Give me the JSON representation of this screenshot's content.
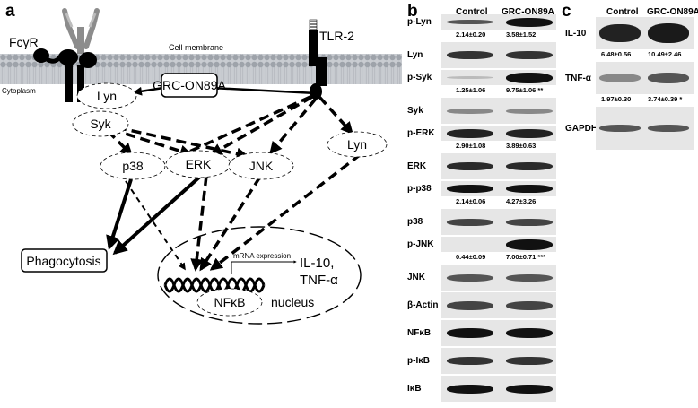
{
  "panel_a": {
    "letter": "a",
    "labels": {
      "fcgr": "FcγR",
      "tlr2": "TLR-2",
      "cell_membrane": "Cell membrane",
      "cytoplasm": "Cytoplasm",
      "grc": "GRC-ON89A",
      "lyn_left": "Lyn",
      "syk": "Syk",
      "lyn_right": "Lyn",
      "p38": "p38",
      "erk": "ERK",
      "jnk": "JNK",
      "phagocytosis": "Phagocytosis",
      "mrna": "mRNA expression",
      "il10": "IL-10,",
      "tnfa": "TNF-α",
      "nfkb": "NFκB",
      "nucleus": "nucleus"
    }
  },
  "panel_b": {
    "letter": "b",
    "headers": [
      "Control",
      "GRC-ON89A"
    ],
    "rows": [
      {
        "label": "p-Lyn",
        "quant": [
          "2.14±0.20",
          "3.58±1.52"
        ]
      },
      {
        "label": "Lyn"
      },
      {
        "label": "p-Syk",
        "quant": [
          "1.25±1.06",
          "9.75±1.06 **"
        ]
      },
      {
        "label": "Syk"
      },
      {
        "label": "p-ERK",
        "quant": [
          "2.90±1.08",
          "3.89±0.63"
        ]
      },
      {
        "label": "ERK"
      },
      {
        "label": "p-p38",
        "quant": [
          "2.14±0.06",
          "4.27±3.26"
        ]
      },
      {
        "label": "p38"
      },
      {
        "label": "p-JNK",
        "quant": [
          "0.44±0.09",
          "7.00±0.71 ***"
        ]
      },
      {
        "label": "JNK"
      },
      {
        "label": "β-Actin"
      },
      {
        "label": "NFκB"
      },
      {
        "label": "p-IκB"
      },
      {
        "label": "IκB"
      }
    ]
  },
  "panel_c": {
    "letter": "c",
    "headers": [
      "Control",
      "GRC-ON89A"
    ],
    "rows": [
      {
        "label": "IL-10",
        "quant": [
          "6.48±0.56",
          "10.49±2.46"
        ]
      },
      {
        "label": "TNF-α",
        "quant": [
          "1.97±0.30",
          "3.74±0.39 *"
        ]
      },
      {
        "label": "GAPDH"
      }
    ]
  }
}
